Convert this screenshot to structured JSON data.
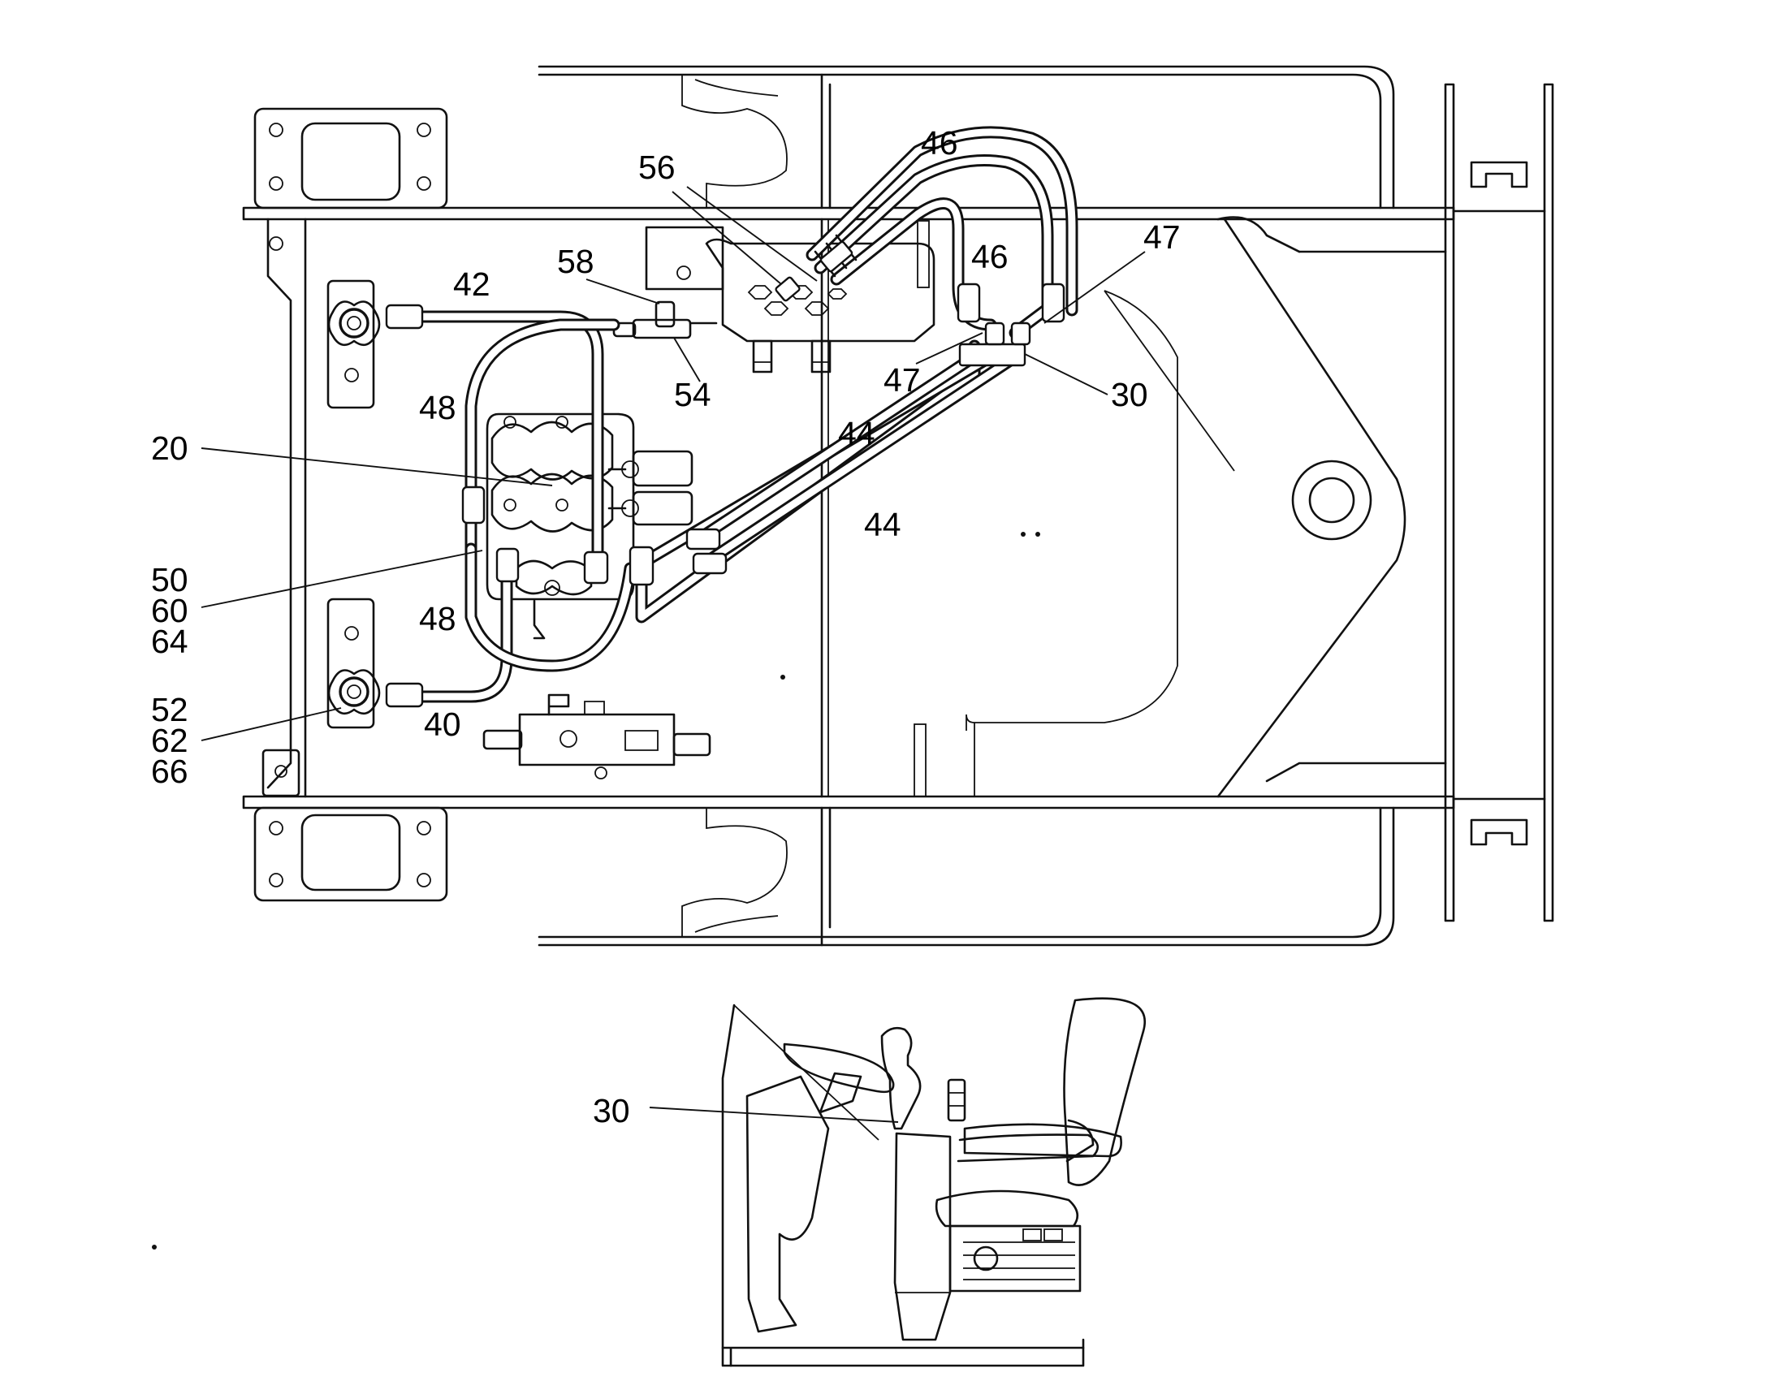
{
  "diagram": {
    "callouts": [
      {
        "id": "c20",
        "text": "20"
      },
      {
        "id": "c30a",
        "text": "30"
      },
      {
        "id": "c30b",
        "text": "30"
      },
      {
        "id": "c40",
        "text": "40"
      },
      {
        "id": "c42",
        "text": "42"
      },
      {
        "id": "c44a",
        "text": "44"
      },
      {
        "id": "c44b",
        "text": "44"
      },
      {
        "id": "c46a",
        "text": "46"
      },
      {
        "id": "c46b",
        "text": "46"
      },
      {
        "id": "c47a",
        "text": "47"
      },
      {
        "id": "c47b",
        "text": "47"
      },
      {
        "id": "c48a",
        "text": "48"
      },
      {
        "id": "c48b",
        "text": "48"
      },
      {
        "id": "c50",
        "text": "50"
      },
      {
        "id": "c60",
        "text": "60"
      },
      {
        "id": "c64",
        "text": "64"
      },
      {
        "id": "c52",
        "text": "52"
      },
      {
        "id": "c62",
        "text": "62"
      },
      {
        "id": "c66",
        "text": "66"
      },
      {
        "id": "c54",
        "text": "54"
      },
      {
        "id": "c56",
        "text": "56"
      },
      {
        "id": "c58",
        "text": "58"
      }
    ]
  }
}
